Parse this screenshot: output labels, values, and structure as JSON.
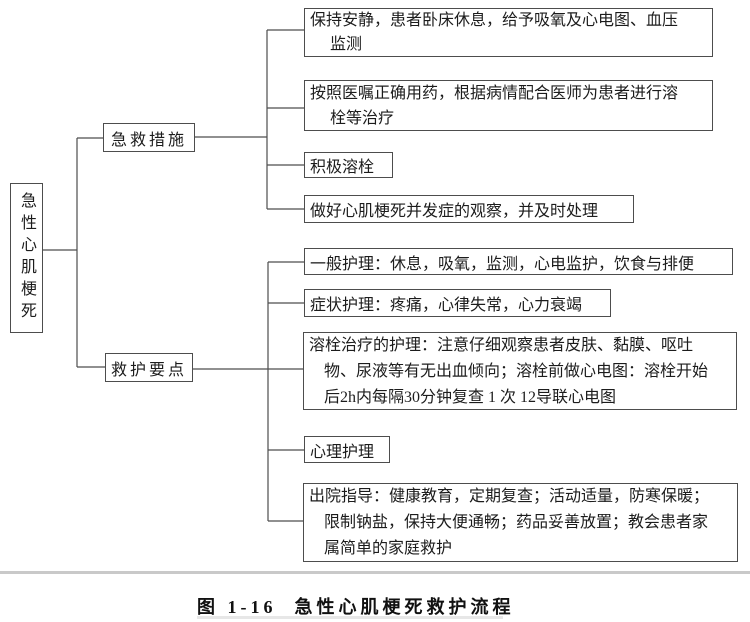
{
  "figure": {
    "root": {
      "label": "急性心肌梗死"
    },
    "branch_measures": {
      "label": "急救措施",
      "items": [
        {
          "lines": [
            "保持安静，患者卧床休息，给予吸氧及心电图、血压",
            "监测"
          ]
        },
        {
          "lines": [
            "按照医嘱正确用药，根据病情配合医师为患者进行溶",
            "栓等治疗"
          ]
        },
        {
          "lines": [
            "积极溶栓"
          ]
        },
        {
          "lines": [
            "做好心肌梗死并发症的观察，并及时处理"
          ]
        }
      ]
    },
    "branch_care": {
      "label": "救护要点",
      "items": [
        {
          "lines": [
            "一般护理：休息，吸氧，监测，心电监护，饮食与排便"
          ]
        },
        {
          "lines": [
            "症状护理：疼痛，心律失常，心力衰竭"
          ]
        },
        {
          "lines": [
            "溶栓治疗的护理：注意仔细观察患者皮肤、黏膜、呕吐",
            "物、尿液等有无出血倾向；溶栓前做心电图：溶栓开始",
            "后2h内每隔30分钟复查 1 次 12导联心电图"
          ]
        },
        {
          "lines": [
            "心理护理"
          ]
        },
        {
          "lines": [
            "出院指导：健康教育，定期复查；活动适量，防寒保暖；",
            "限制钠盐，保持大便通畅；药品妥善放置；教会患者家",
            "属简单的家庭救护"
          ]
        }
      ]
    },
    "caption": {
      "label": "图 1-16",
      "title": "急性心肌梗死救护流程"
    },
    "colors": {
      "line": "#4d4d4d",
      "text": "#1c1c1c",
      "background": "#ffffff"
    }
  }
}
